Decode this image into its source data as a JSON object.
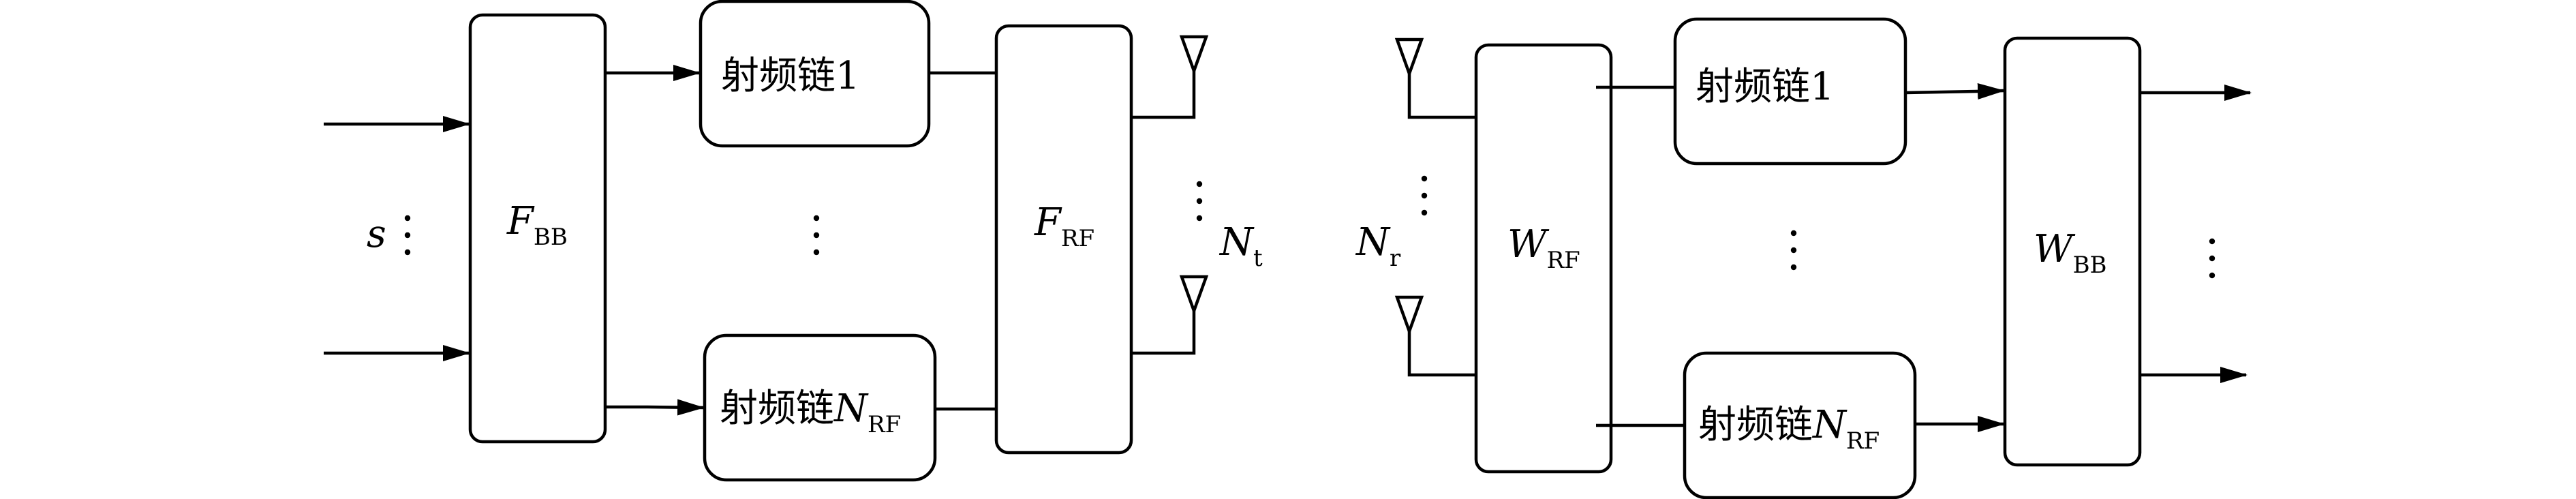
{
  "transmitter": {
    "input_symbol": "s",
    "baseband_precoder": {
      "main": "F",
      "sub": "BB"
    },
    "rf_chain_first": {
      "prefix": "射频链",
      "index": "1"
    },
    "rf_chain_last": {
      "prefix": "射频链",
      "main": "N",
      "sub": "RF"
    },
    "rf_precoder": {
      "main": "F",
      "sub": "RF"
    },
    "antenna_count": {
      "main": "N",
      "sub": "t"
    }
  },
  "receiver": {
    "antenna_count": {
      "main": "N",
      "sub": "r"
    },
    "rf_combiner": {
      "main": "W",
      "sub": "RF"
    },
    "rf_chain_first": {
      "prefix": "射频链",
      "index": "1"
    },
    "rf_chain_last": {
      "prefix": "射频链",
      "main": "N",
      "sub": "RF"
    },
    "baseband_combiner": {
      "main": "W",
      "sub": "BB"
    }
  }
}
